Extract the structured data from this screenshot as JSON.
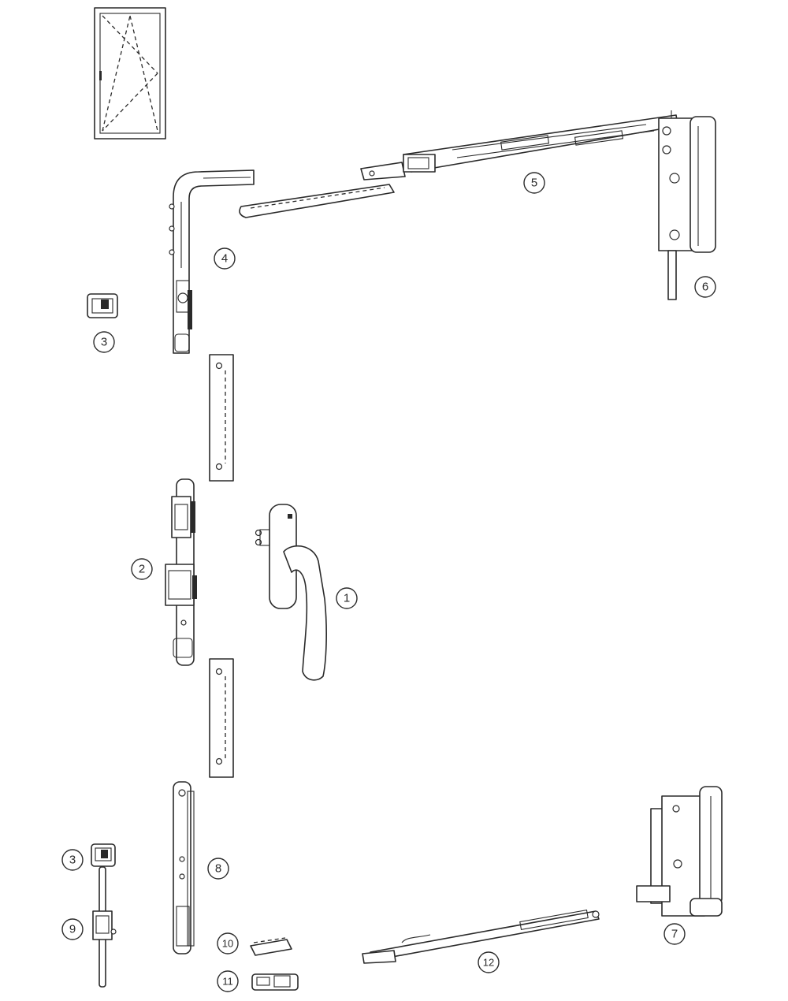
{
  "callouts": {
    "c1": "1",
    "c2": "2",
    "c3a": "3",
    "c3b": "3",
    "c4": "4",
    "c5": "5",
    "c6": "6",
    "c7": "7",
    "c8": "8",
    "c9": "9",
    "c10": "10",
    "c11": "11",
    "c12": "12"
  },
  "colors": {
    "line": "#2a2a2a",
    "background": "#ffffff"
  },
  "icons": {
    "window_symbol": "tilt-turn-window-icon"
  }
}
